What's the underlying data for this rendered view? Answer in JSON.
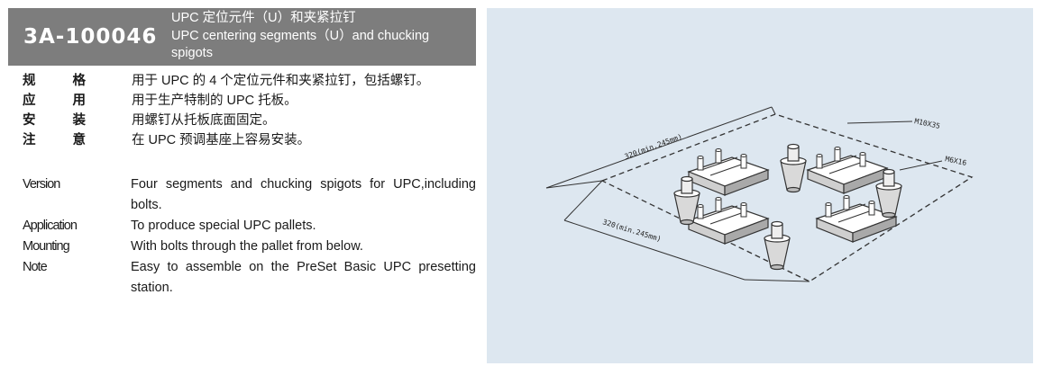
{
  "header": {
    "code": "3A-100046",
    "title_zh": "UPC 定位元件（U）和夹紧拉钉",
    "title_en": "UPC centering segments（U）and chucking spigots"
  },
  "specs_zh": [
    {
      "label": [
        "规",
        "格"
      ],
      "value": "用于 UPC 的 4 个定位元件和夹紧拉钉，包括螺钉。"
    },
    {
      "label": [
        "应",
        "用"
      ],
      "value": "用于生产特制的 UPC 托板。"
    },
    {
      "label": [
        "安",
        "装"
      ],
      "value": "用螺钉从托板底面固定。"
    },
    {
      "label": [
        "注",
        "意"
      ],
      "value": "在 UPC 预调基座上容易安装。"
    }
  ],
  "specs_en": [
    {
      "label": "Version",
      "value": "Four segments and chucking spigots for UPC,including bolts."
    },
    {
      "label": "Application",
      "value": "To produce special UPC pallets."
    },
    {
      "label": "Mounting",
      "value": "With bolts through the pallet from below."
    },
    {
      "label": "Note",
      "value": "Easy to assemble on the PreSet Basic UPC presetting station."
    }
  ],
  "drawing": {
    "dim_top": "320(min.245mm)",
    "dim_bottom": "320(min.245mm)",
    "callout_1": "M10X35",
    "callout_2": "M6X16"
  },
  "colors": {
    "header_bg": "#7d7d7d",
    "panel_bg": "#dde7f0"
  }
}
